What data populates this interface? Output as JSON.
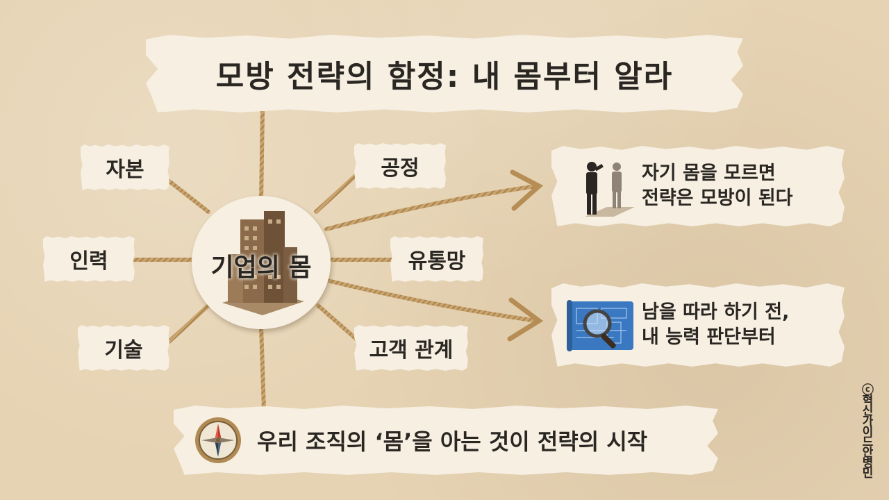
{
  "title": "모방 전략의 함정: 내 몸부터 알라",
  "center": {
    "label": "기업의 몸"
  },
  "nodes": {
    "capital": "자본",
    "process": "공정",
    "people": "인력",
    "distribution": "유통망",
    "technology": "기술",
    "customer": "고객 관계"
  },
  "cards": {
    "self_knowledge": {
      "line1": "자기 몸을 모르면",
      "line2": "전략은 모방이 된다",
      "icon": "silhouette-shadow-icon"
    },
    "capability": {
      "line1": "남을 따라 하기 전,",
      "line2": "내 능력 판단부터",
      "icon": "blueprint-magnifier-icon"
    }
  },
  "bottom": {
    "text": "우리 조직의 ‘몸’을 아는 것이 전략의 시작",
    "icon": "compass-icon"
  },
  "copyright": "ⓒ혁신가이드안병민",
  "colors": {
    "paper": "#f6efe2",
    "rope": "#c9a46e",
    "background": "#e6d3b3",
    "ink": "#2a2622",
    "blueprint": "#3a78c2"
  }
}
